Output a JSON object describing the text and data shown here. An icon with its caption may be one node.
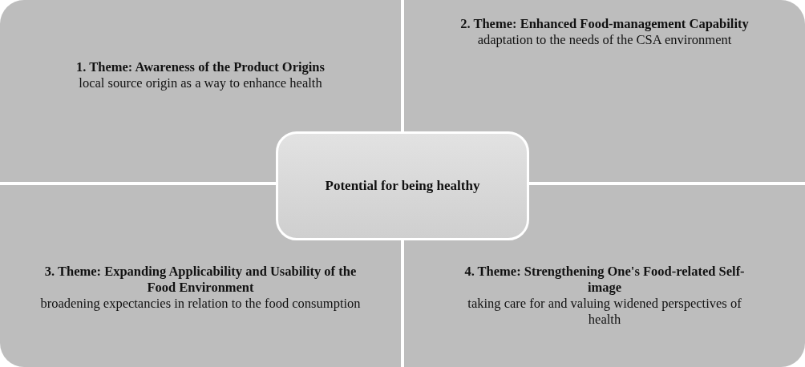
{
  "diagram": {
    "nodes": [
      {
        "text": [
          "1. Theme: Awareness of the Product Origins",
          "local source origin as a way to enhance health"
        ]
      },
      {
        "text": [
          "2. Theme: Enhanced Food-management Capability",
          "adaptation to the needs of the CSA environment"
        ]
      },
      {
        "text": [
          "Potential for being healthy"
        ]
      },
      {
        "text": [
          "3. Theme: Expanding Applicability and Usability of the Food Environment",
          "broadening expectancies in relation to the food consumption"
        ]
      },
      {
        "text": [
          "4. Theme: Strengthening One's Food-related Self-image",
          "taking care for and valuing widened perspectives of health"
        ]
      }
    ],
    "edges": []
  }
}
